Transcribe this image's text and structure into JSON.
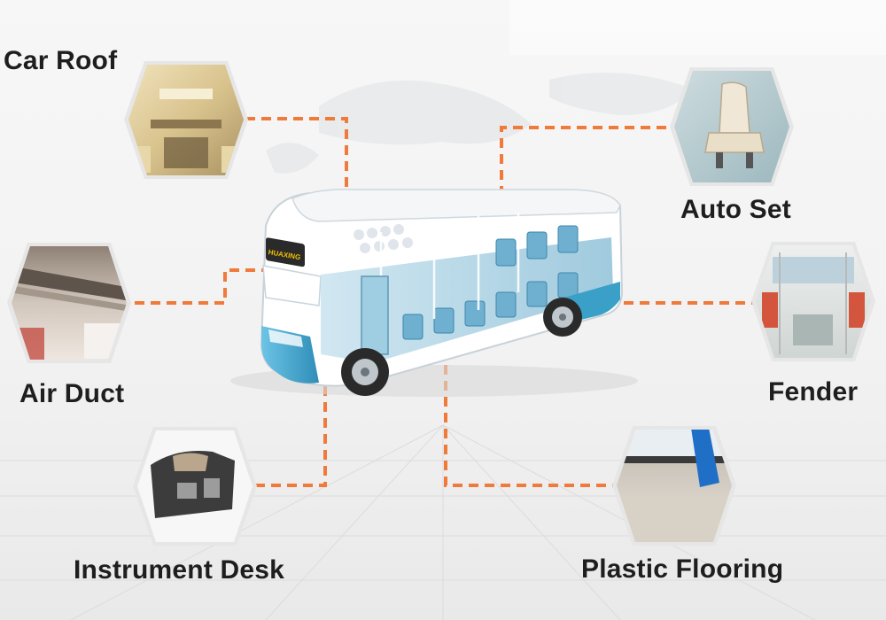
{
  "diagram": {
    "labels": {
      "car_roof": "Car Roof",
      "auto_seat": "Auto Set",
      "air_duct": "Air Duct",
      "fender": "Fender",
      "instrument_desk": "Instrument Desk",
      "plastic_flooring": "Plastic Flooring"
    },
    "bus_sign_text": "HUAXING"
  },
  "colors": {
    "connector": "#f07a3a",
    "bus_body": "#ffffff",
    "bus_accent": "#3aa0c8",
    "sign": "#f2c200"
  }
}
